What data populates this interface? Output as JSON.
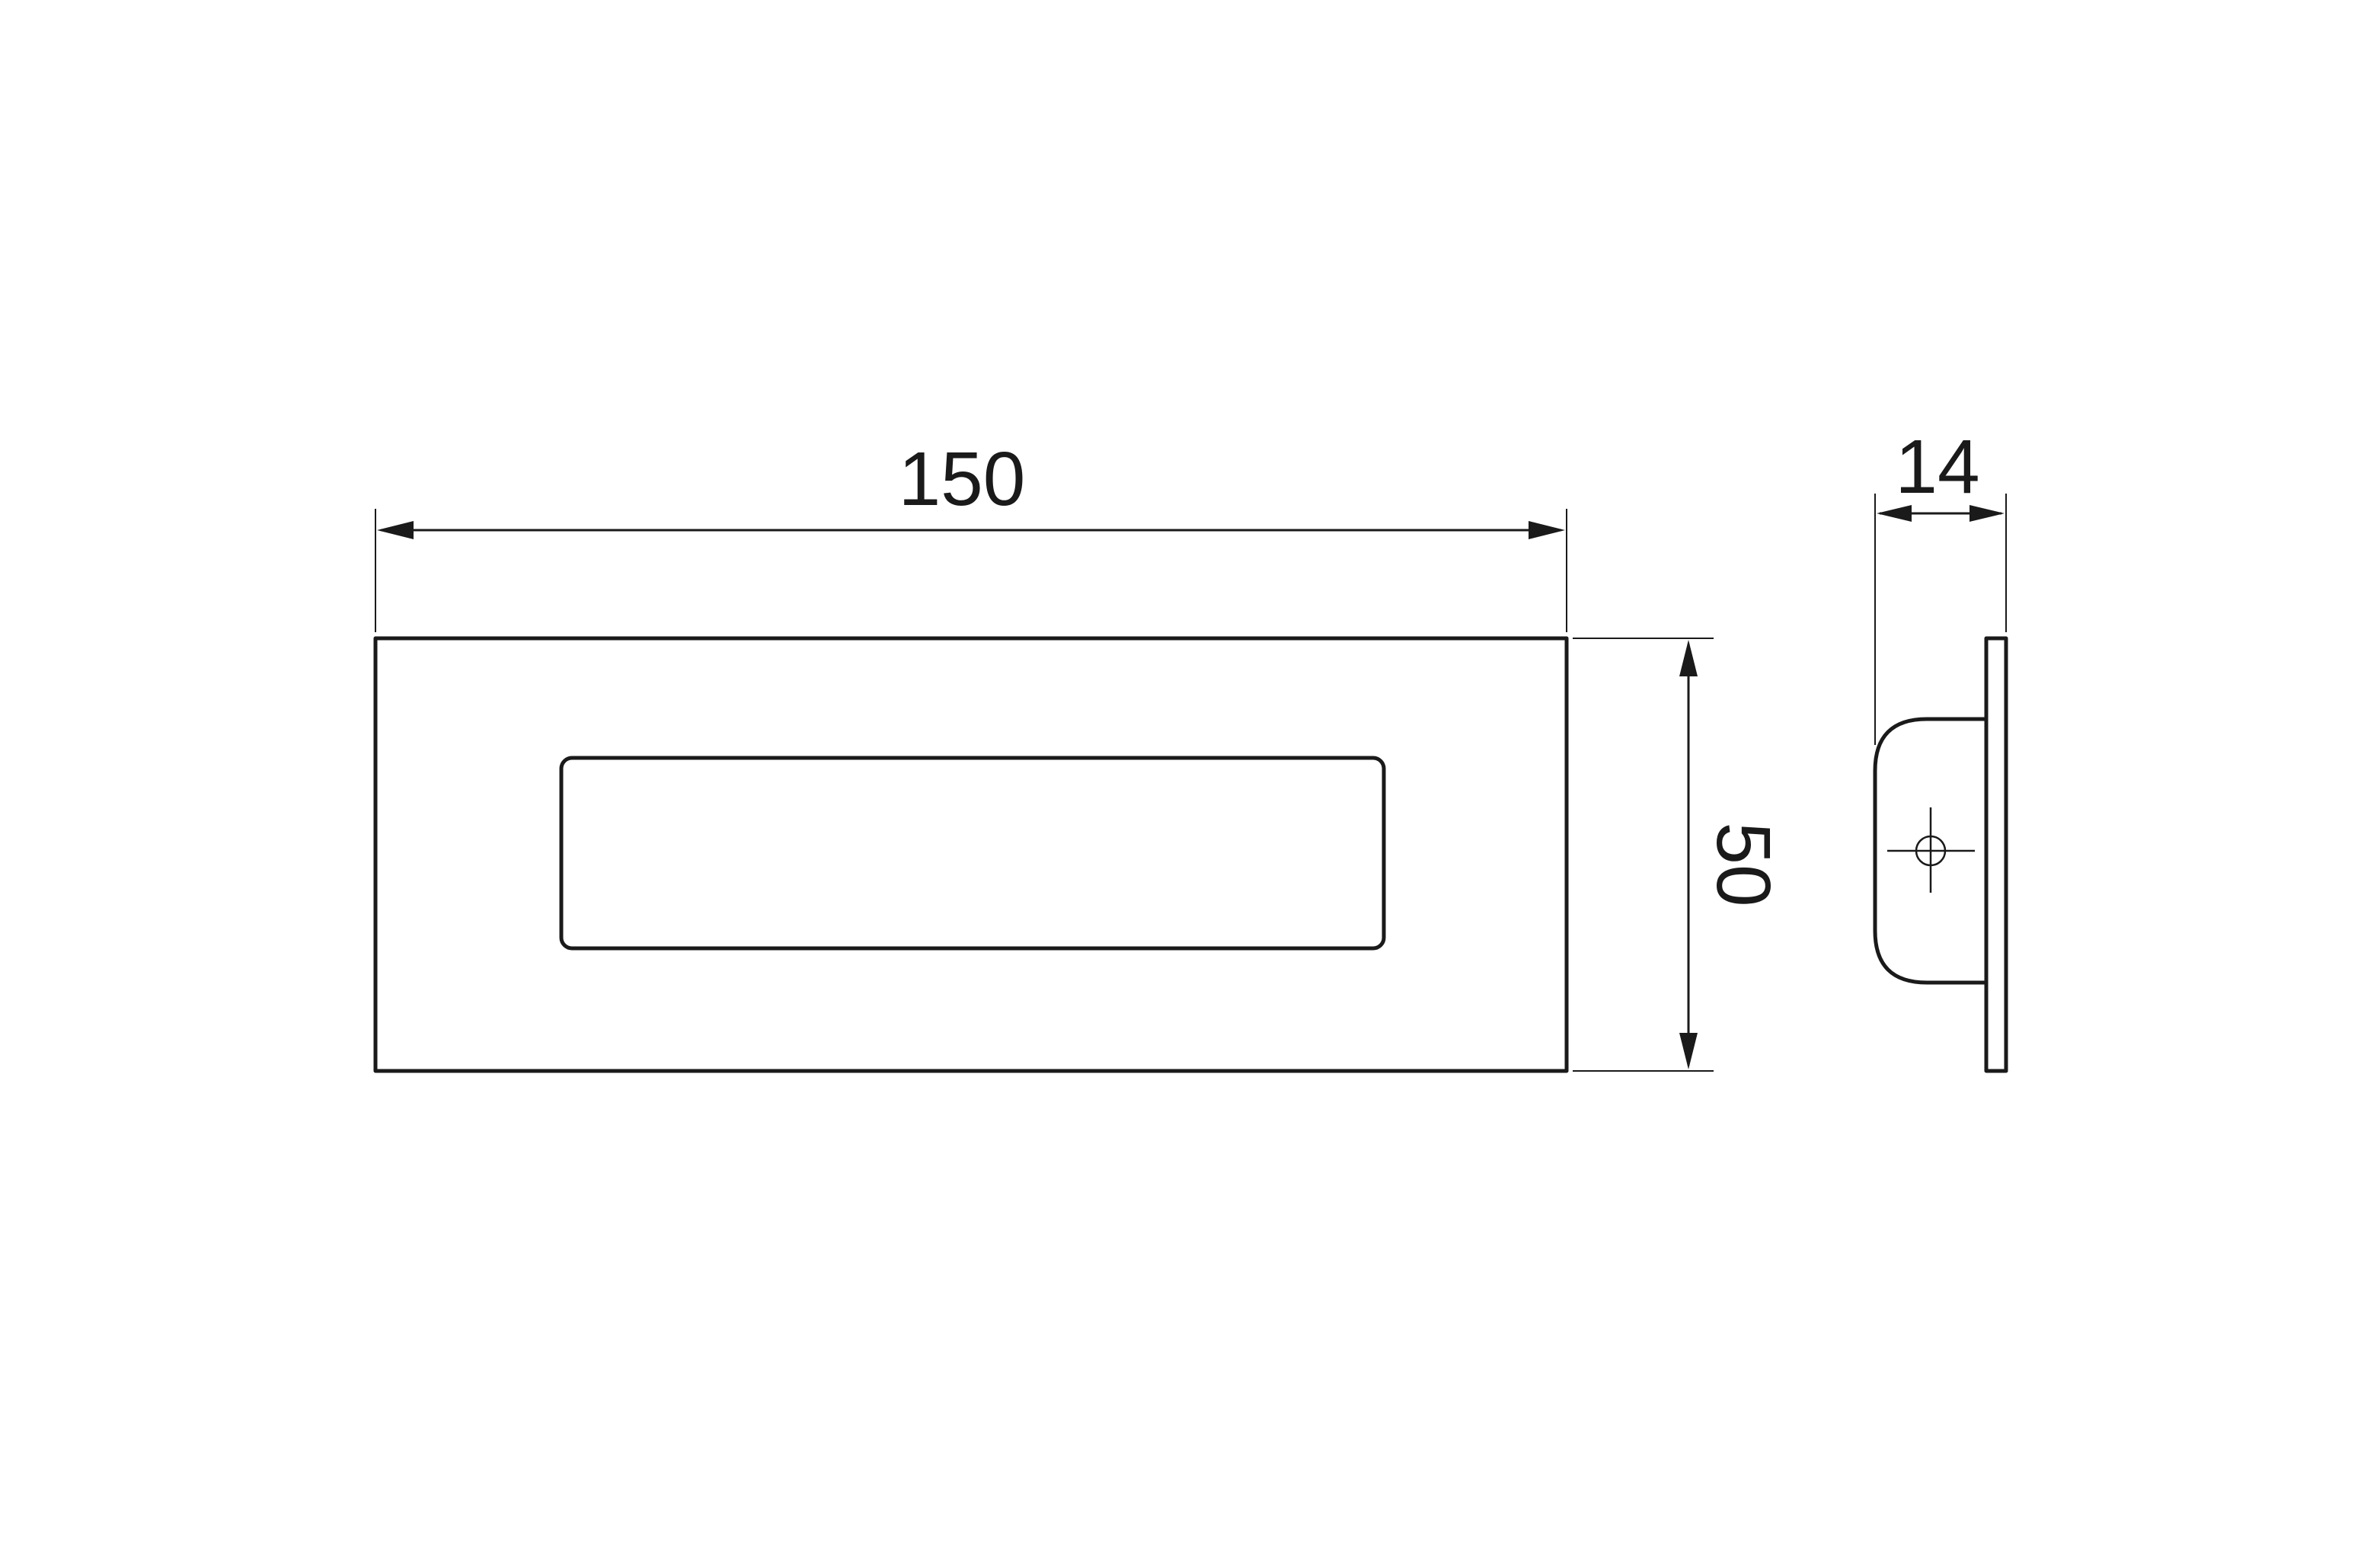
{
  "drawing": {
    "front_view": {
      "width_dimension": "150",
      "height_dimension": "50"
    },
    "side_view": {
      "depth_dimension": "14"
    }
  }
}
